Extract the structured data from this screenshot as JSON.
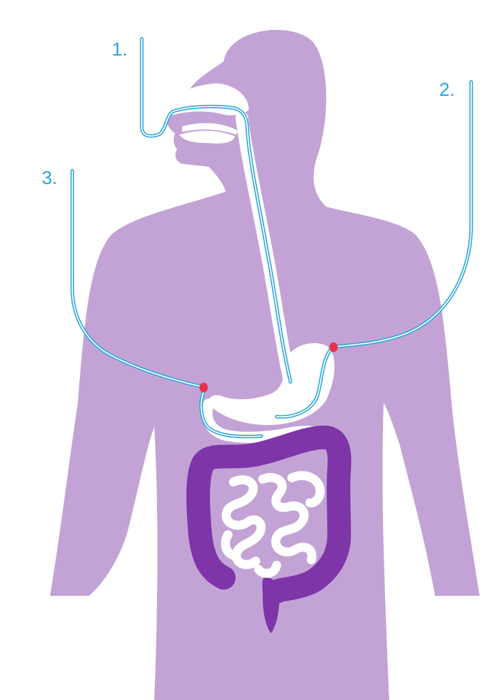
{
  "labels": {
    "tube_1": "1.",
    "tube_2": "2.",
    "tube_3": "3."
  },
  "colors": {
    "body": "#c3a3d6",
    "organ": "#ffffff",
    "colon": "#7d35a8",
    "tube": "#2aa5dd",
    "insertion_marker": "#e8324a",
    "label": "#2aa5dd"
  }
}
